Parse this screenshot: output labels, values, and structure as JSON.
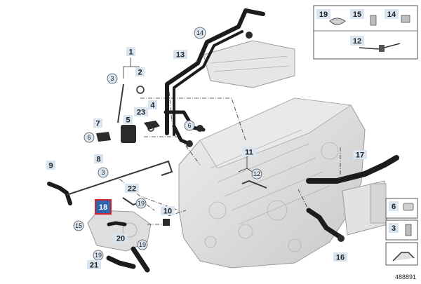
{
  "diagram_id": "488891",
  "callouts": {
    "c1": "1",
    "c2": "2",
    "c3a": "3",
    "c3b": "3",
    "c4": "4",
    "c5": "5",
    "c6a": "6",
    "c6b": "6",
    "c6c": "6",
    "c7": "7",
    "c8": "8",
    "c9": "9",
    "c10": "10",
    "c11": "11",
    "c12a": "12",
    "c12b": "12",
    "c13": "13",
    "c14a": "14",
    "c14b": "14",
    "c15a": "15",
    "c15b": "15",
    "c16": "16",
    "c17": "17",
    "c18": "18",
    "c19a": "19",
    "c19b": "19",
    "c19c": "19",
    "c19d": "19",
    "c20": "20",
    "c21": "21",
    "c22": "22",
    "c23": "23",
    "c3c": "3"
  },
  "colors": {
    "label_bg": "#d9e4f1",
    "highlight_bg": "#2f66b0",
    "highlight_border": "#d3202a",
    "hose": "#1c1c1c",
    "engine": "#dcdcdc"
  }
}
